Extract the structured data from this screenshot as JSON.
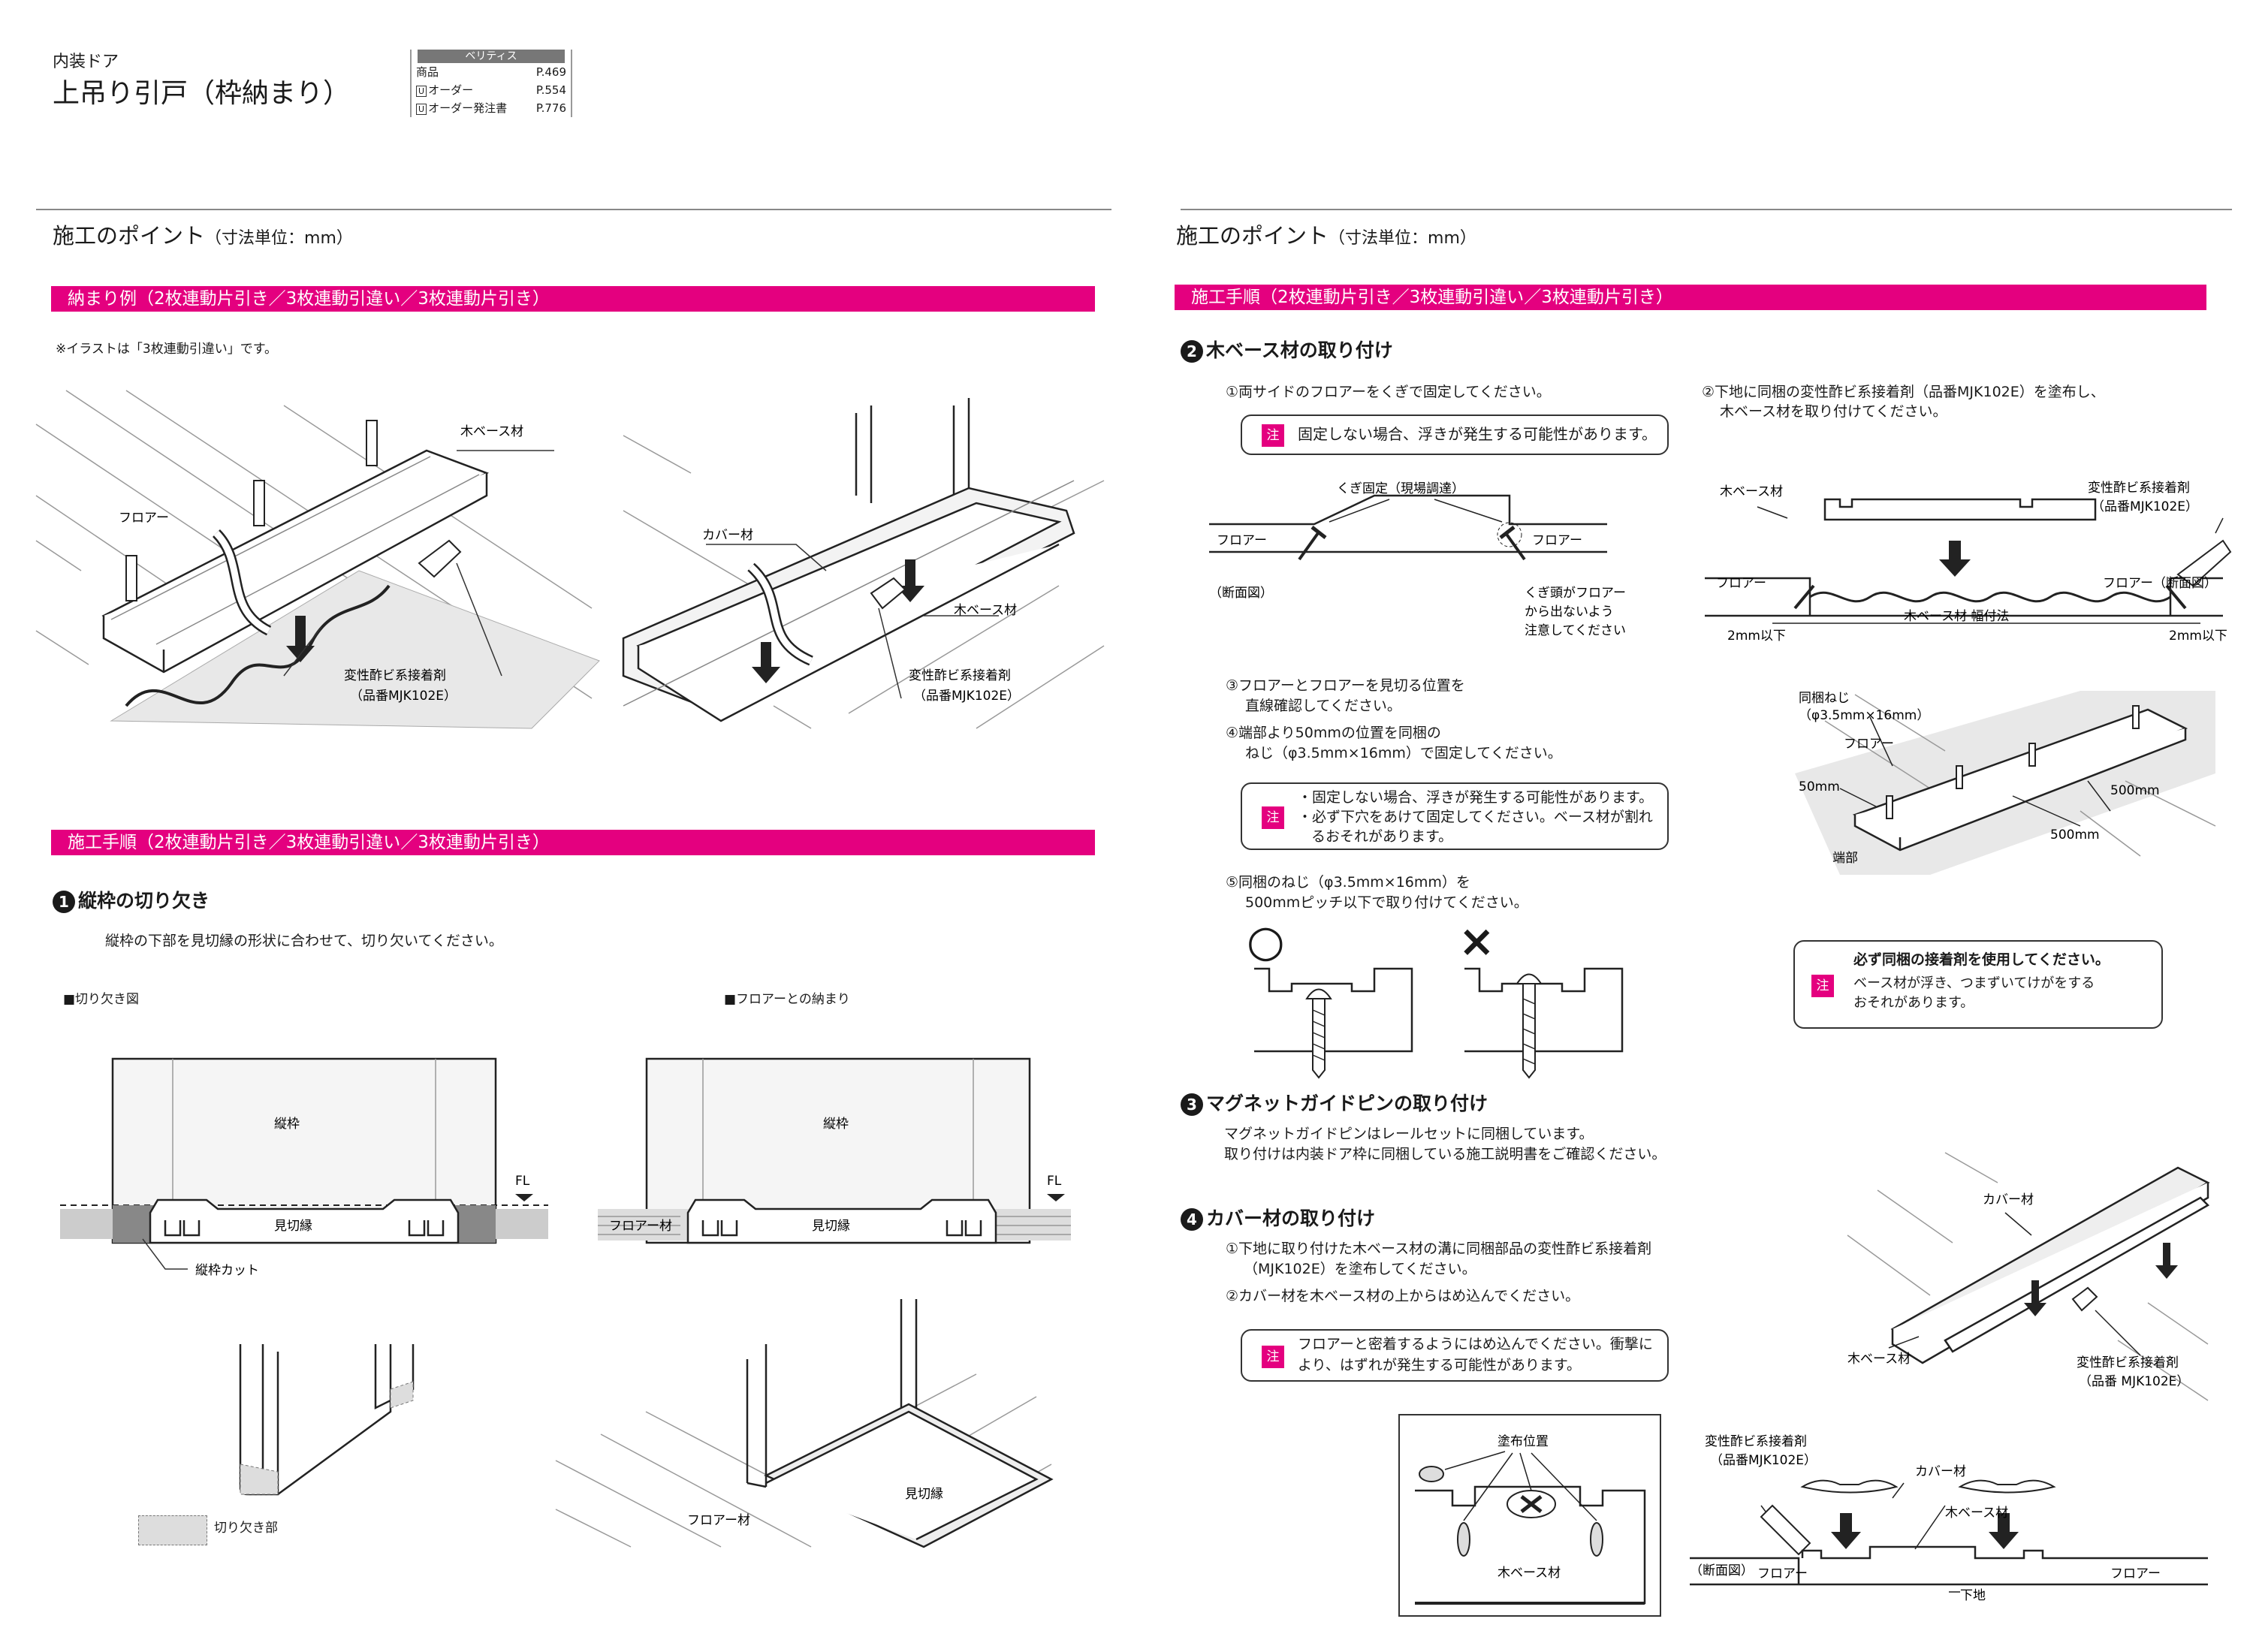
{
  "header": {
    "category": "内装ドア",
    "title": "上吊り引戸（枠納まり）",
    "ref_head": "ベリティス",
    "refs": [
      {
        "label": "商品",
        "page": "P.469"
      },
      {
        "label": "オーダー",
        "icon": "U",
        "page": "P.554"
      },
      {
        "label": "オーダー発注書",
        "icon": "U",
        "page": "P.776"
      }
    ]
  },
  "left": {
    "section_title": "施工のポイント",
    "section_unit": "（寸法単位：mm）",
    "bar1": "納まり例（2枚連動片引き／3枚連動引違い／3枚連動片引き）",
    "illus_note": "※イラストは「3枚連動引違い」です。",
    "fig1": {
      "flooring": "フロアー",
      "wood_base": "木ベース材",
      "adhesive": "変性酢ビ系接着剤",
      "adhesive_code": "（品番MJK102E）"
    },
    "fig2": {
      "cover": "カバー材",
      "wood_base": "木ベース材",
      "adhesive": "変性酢ビ系接着剤",
      "adhesive_code": "（品番MJK102E）"
    },
    "bar2": "施工手順（2枚連動片引き／3枚連動引違い／3枚連動片引き）",
    "step1_num": "1",
    "step1_title": "縦枠の切り欠き",
    "step1_text": "縦枠の下部を見切縁の形状に合わせて、切り欠いてください。",
    "cut_title": "■切り欠き図",
    "floor_title": "■フロアーとの納まり",
    "tatewaku": "縦枠",
    "mikiri": "見切縁",
    "fl": "FL",
    "tatewaku_cut": "縦枠カット",
    "flooring_mat": "フロアー材",
    "cut_part": "切り欠き部"
  },
  "right": {
    "section_title": "施工のポイント",
    "section_unit": "（寸法単位：mm）",
    "bar": "施工手順（2枚連動片引き／3枚連動引違い／3枚連動片引き）",
    "step2_num": "2",
    "step2_title": "木ベース材の取り付け",
    "s2_1": "①両サイドのフロアーをくぎで固定してください。",
    "note_label": "注",
    "s2_note1": "固定しない場合、浮きが発生する可能性があります。",
    "s2_2a": "②下地に同梱の変性酢ビ系接着剤（品番MJK102E）を塗布し、",
    "s2_2b": "木ベース材を取り付けてください。",
    "nail_fix": "くぎ固定（現場調達）",
    "floor": "フロアー",
    "section_view": "（断面図）",
    "nail_caution": [
      "くぎ頭がフロアー",
      "から出ないよう",
      "注意してください"
    ],
    "wood_base": "木ベース材",
    "adhesive": "変性酢ビ系接着剤",
    "adhesive_code": "（品番MJK102E）",
    "floor_section": "フロアー（断面図）",
    "two_mm": "2mm以下",
    "width_fit": "木ベース材 幅付法",
    "s2_3a": "③フロアーとフロアーを見切る位置を",
    "s2_3b": "直線確認してください。",
    "s2_4a": "④端部より50mmの位置を同梱の",
    "s2_4b": "ねじ（φ3.5mm×16mm）で固定してください。",
    "s2_note2": [
      "・固定しない場合、浮きが発生する可能性があります。",
      "・必ず下穴をあけて固定してください。ベース材が割れ",
      "るおそれがあります。"
    ],
    "s2_5a": "⑤同梱のねじ（φ3.5mm×16mm）を",
    "s2_5b": "500mmピッチ以下で取り付けてください。",
    "screw_label": "同梱ねじ",
    "screw_size": "（φ3.5mm×16mm）",
    "d50": "50mm",
    "d500": "500mm",
    "end": "端部",
    "good": "○",
    "bad": "×",
    "glue_note": [
      "必ず同梱の接着剤を使用してください。",
      "ベース材が浮き、つまずいてけがをする",
      "おそれがあります。"
    ],
    "step3_num": "3",
    "step3_title": "マグネットガイドピンの取り付け",
    "s3_a": "マグネットガイドピンはレールセットに同梱しています。",
    "s3_b": "取り付けは内装ドア枠に同梱している施工説明書をご確認ください。",
    "step4_num": "4",
    "step4_title": "カバー材の取り付け",
    "s4_1a": "①下地に取り付けた木ベース材の溝に同梱部品の変性酢ビ系接着剤",
    "s4_1b": "（MJK102E）を塗布してください。",
    "s4_2": "②カバー材を木ベース材の上からはめ込んでください。",
    "s4_note": [
      "フロアーと密着するようにはめ込んでください。衝撃に",
      "より、はずれが発生する可能性があります。"
    ],
    "cover": "カバー材",
    "adhesive_code2": "（品番 MJK102E）",
    "apply_pos": "塗布位置",
    "base": "下地"
  }
}
